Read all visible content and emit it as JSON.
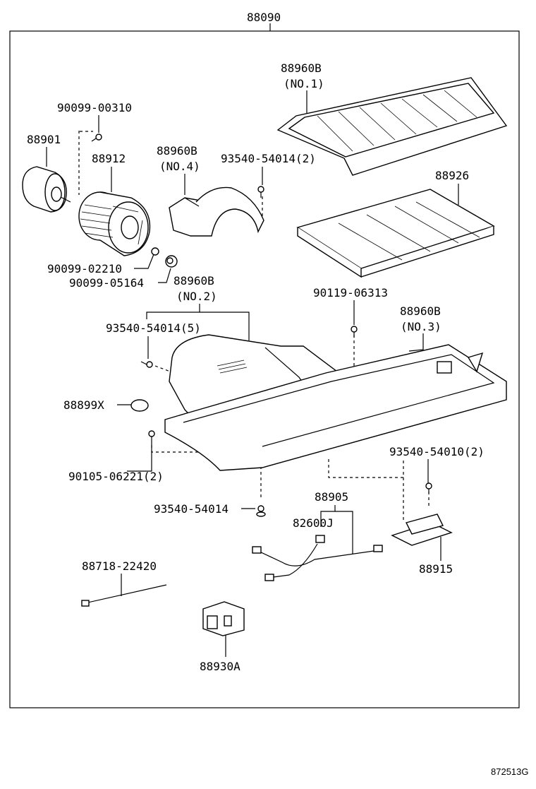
{
  "figure_number": "872513G",
  "labels": {
    "assembly": "88090",
    "screw_top": "90099-00310",
    "motor": "88901",
    "fan": "88912",
    "case_no4_part": "88960B",
    "case_no4_sub": "(NO.4)",
    "screw_93540_2a": "93540-54014(2)",
    "filter_cover_part": "88960B",
    "filter_cover_sub": "(NO.1)",
    "filter": "88926",
    "nut_02210": "90099-02210",
    "nut_05164": "90099-05164",
    "case_no2_part": "88960B",
    "case_no2_sub": "(NO.2)",
    "screw_93540_5": "93540-54014(5)",
    "screw_90119": "90119-06313",
    "case_no3_part": "88960B",
    "case_no3_sub": "(NO.3)",
    "grommet": "88899X",
    "bolt_90105": "90105-06221(2)",
    "screw_54010": "93540-54010(2)",
    "screw_93540_single": "93540-54014",
    "harness": "88905",
    "connector": "82600J",
    "tie": "88718-22420",
    "resistor": "88915",
    "switch": "88930A"
  }
}
